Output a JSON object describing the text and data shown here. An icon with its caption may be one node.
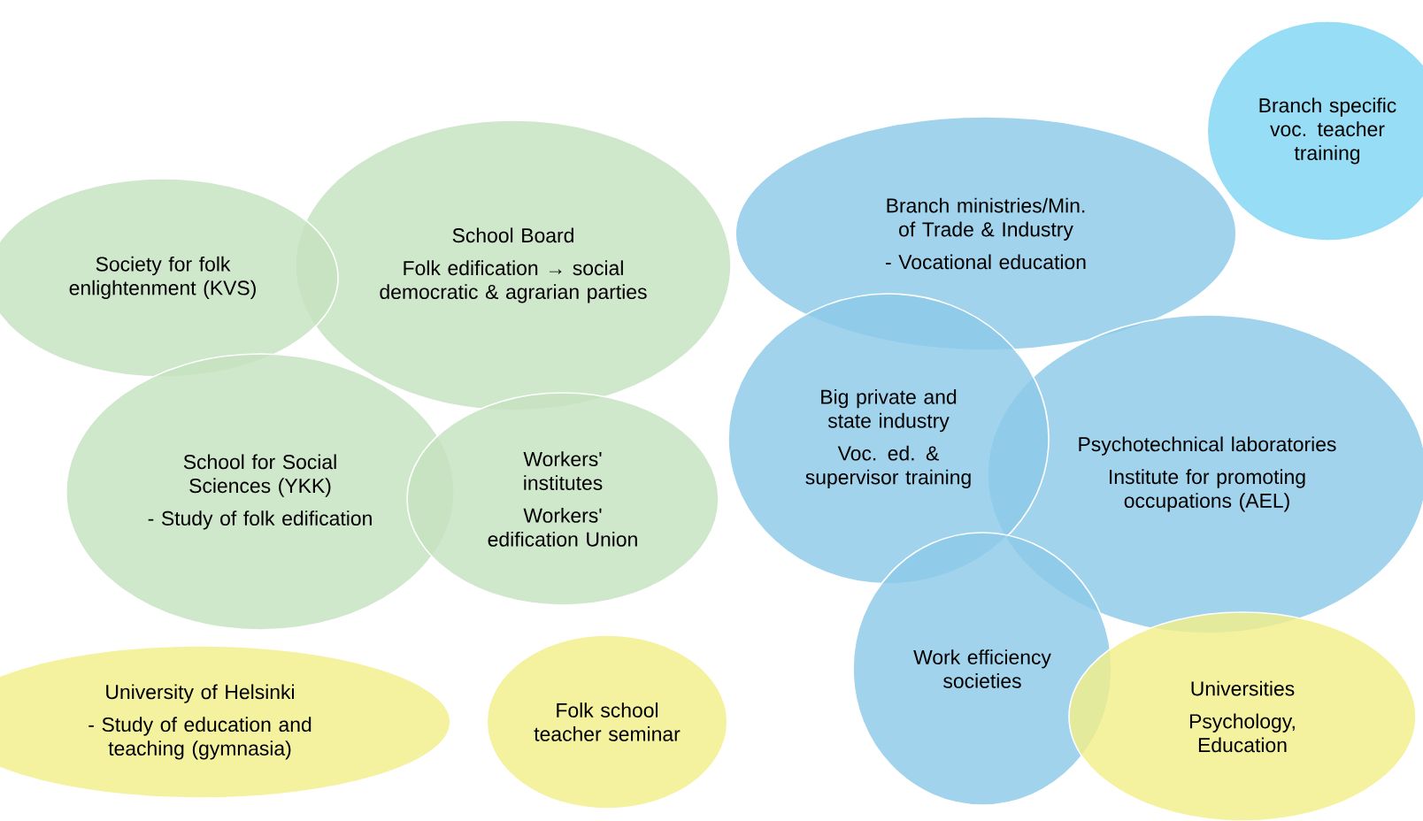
{
  "diagram": {
    "nodes": [
      {
        "text": [
          "Society for folk enlightenment (KVS)"
        ]
      },
      {
        "text": [
          "School Board",
          "Folk edification → social democratic & agrarian parties"
        ]
      },
      {
        "text": [
          "School for Social Sciences (YKK)",
          "- Study of folk edification"
        ]
      },
      {
        "text": [
          "Workers' institutes",
          "Workers' edification Union"
        ]
      },
      {
        "text": [
          "Branch specific voc. teacher training"
        ]
      },
      {
        "text": [
          "Branch ministries/Min. of Trade & Industry",
          "- Vocational education"
        ]
      },
      {
        "text": [
          "Big private and state industry",
          "Voc. ed. & supervisor training"
        ]
      },
      {
        "text": [
          "Psychotechnical laboratories",
          "Institute for promoting occupations (AEL)"
        ]
      },
      {
        "text": [
          "Work efficiency societies"
        ]
      },
      {
        "text": [
          "Universities",
          "Psychology, Education"
        ]
      },
      {
        "text": [
          "University of Helsinki",
          "- Study of education and teaching (gymnasia)"
        ]
      },
      {
        "text": [
          "Folk school teacher seminar"
        ]
      }
    ]
  }
}
